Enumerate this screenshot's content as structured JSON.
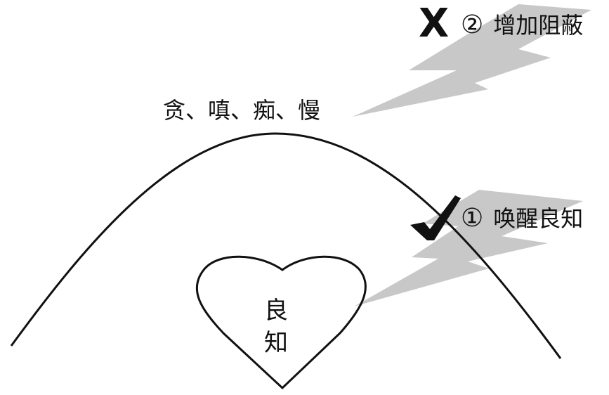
{
  "obstacles_label": "贪、嗔、痴、慢",
  "items": {
    "bad": {
      "number": "②",
      "text": "增加阻蔽",
      "mark": "X"
    },
    "good": {
      "number": "①",
      "text": "唤醒良知",
      "mark_icon": "check-mark-icon"
    }
  },
  "heart": {
    "line1": "良",
    "line2": "知"
  },
  "colors": {
    "lightning": "#c8c8c8",
    "stroke": "#111111"
  }
}
